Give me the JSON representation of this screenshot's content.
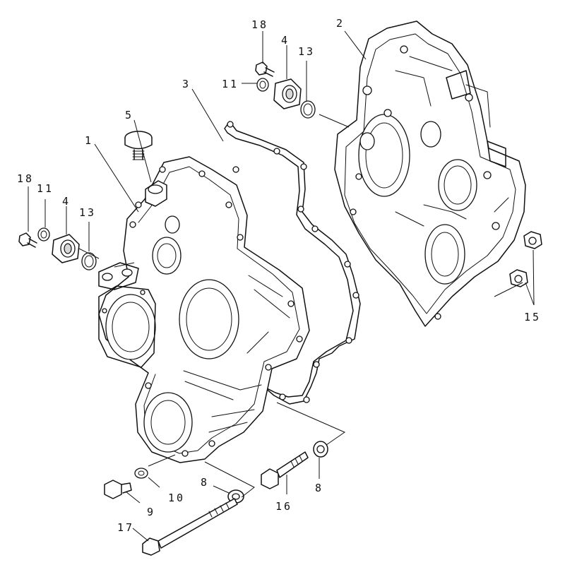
{
  "callouts": {
    "c1": "1",
    "c2": "2",
    "c3": "3",
    "c4a": "4",
    "c4b": "4",
    "c5": "5",
    "c8a": "8",
    "c8b": "8",
    "c9": "9",
    "c10": "10",
    "c11a": "11",
    "c11b": "11",
    "c13a": "13",
    "c13b": "13",
    "c15": "15",
    "c16": "16",
    "c17": "17",
    "c18a": "18",
    "c18b": "18"
  }
}
